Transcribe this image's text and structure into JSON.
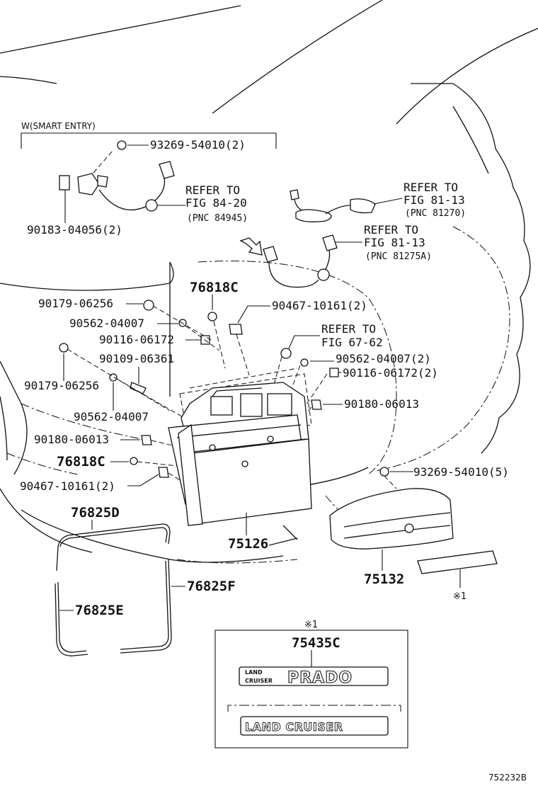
{
  "diagram": {
    "smart_entry_label": "W(SMART ENTRY)",
    "figure_id": "752232B",
    "note_mark": "※1",
    "note_mark_2": "※1",
    "parts": {
      "p93269_top": "93269-54010(2)",
      "p90183": "90183-04056(2)",
      "p90179_a": "90179-06256",
      "p90562_a": "90562-04007",
      "p90116_a": "90116-06172",
      "p90109": "90109-06361",
      "p90179_b": "90179-06256",
      "p90562_b": "90562-04007",
      "p90180_a": "90180-06013",
      "p76818_b": "76818C",
      "p90467_b": "90467-10161(2)",
      "p76818_a": "76818C",
      "p90467_a": "90467-10161(2)",
      "p90562_c": "90562-04007(2)",
      "p90116_b": "90116-06172(2)",
      "p90180_b": "90180-06013",
      "p93269_right": "93269-54010(5)",
      "p76825d": "76825D",
      "p76825e": "76825E",
      "p76825f": "76825F",
      "p75126": "75126",
      "p75132": "75132",
      "p75435c": "75435C"
    },
    "refs": {
      "r1_line1": "REFER TO",
      "r1_line2": "FIG 84-20",
      "r1_line3": "(PNC 84945)",
      "r2_line1": "REFER TO",
      "r2_line2": "FIG 81-13",
      "r2_line3": "(PNC 81270)",
      "r3_line1": "REFER TO",
      "r3_line2": "FIG 81-13",
      "r3_line3": "(PNC 81275A)",
      "r4_line1": "REFER TO",
      "r4_line2": "FIG 67-62"
    },
    "emblems": {
      "prado_small_1": "LAND",
      "prado_small_2": "CRUISER",
      "prado_main": "PRADO",
      "land_cruiser": "LAND CRUISER"
    }
  }
}
